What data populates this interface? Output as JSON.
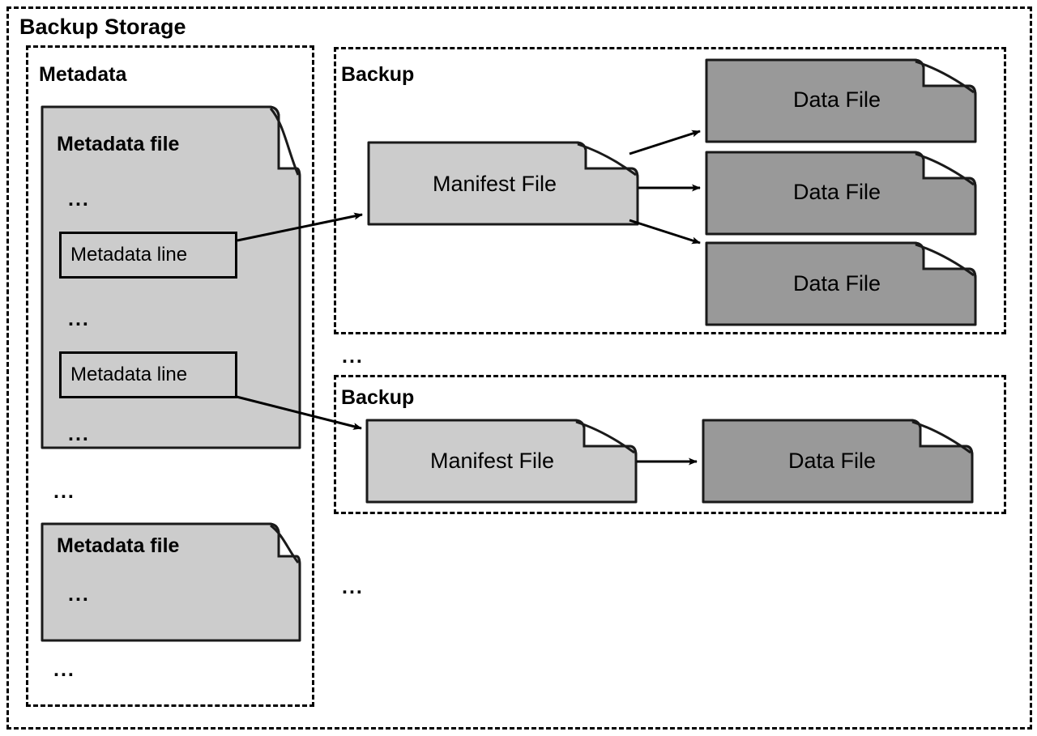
{
  "diagram": {
    "title": "Backup Storage",
    "ellipsis": "...",
    "colors": {
      "outline": "#000000",
      "document_fill": "#cccccc",
      "data_file_fill": "#999999",
      "background": "#ffffff"
    }
  },
  "metadata_group": {
    "title": "Metadata",
    "files": [
      {
        "label": "Metadata file",
        "ellipsis_top": "...",
        "lines": [
          {
            "label": "Metadata line"
          },
          {
            "label": "Metadata line"
          }
        ],
        "ellipsis_mid": "...",
        "ellipsis_bottom": "..."
      },
      {
        "label": "Metadata file",
        "ellipsis_top": "..."
      }
    ],
    "ellipsis_between_files": "...",
    "ellipsis_after_files": "..."
  },
  "backups": [
    {
      "title": "Backup",
      "manifest": {
        "label": "Manifest File"
      },
      "data_files": [
        {
          "label": "Data File"
        },
        {
          "label": "Data File"
        },
        {
          "label": "Data File"
        }
      ]
    },
    {
      "title": "Backup",
      "manifest": {
        "label": "Manifest File"
      },
      "data_files": [
        {
          "label": "Data File"
        }
      ]
    }
  ],
  "backup_column": {
    "ellipsis_between_backups": "...",
    "ellipsis_after_backups": "..."
  }
}
